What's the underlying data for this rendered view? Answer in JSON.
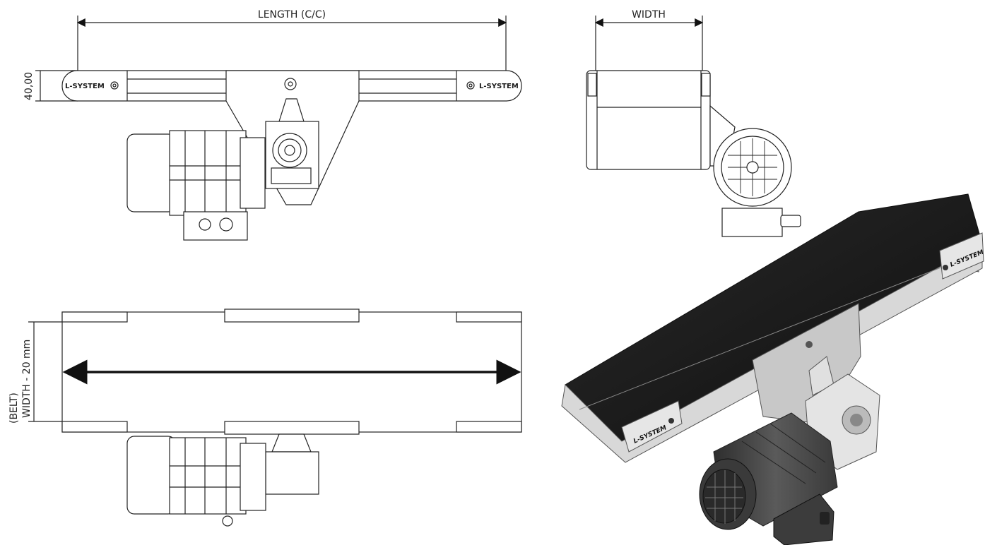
{
  "dimensions": {
    "length_label": "LENGTH (C/C)",
    "width_label": "WIDTH",
    "height_label": "40,00",
    "belt_label_line1": "(BELT)",
    "belt_label_line2": "WIDTH - 20 mm"
  },
  "branding": {
    "logo_text": "L-SYSTEM"
  },
  "colors": {
    "line": "#222222",
    "belt": "#1c1c1c",
    "motor": "#4a4a4a",
    "frame": "#cfcfcf"
  }
}
